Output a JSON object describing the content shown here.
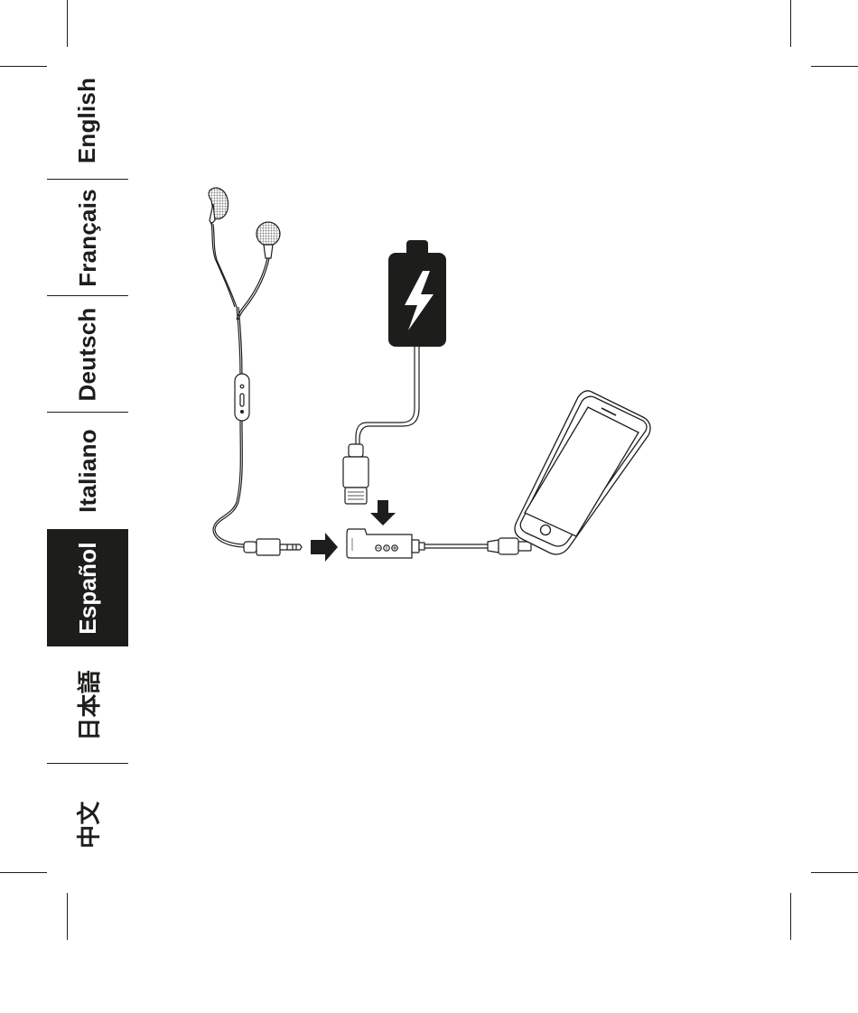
{
  "language_tabs": [
    {
      "label": "English",
      "active": false
    },
    {
      "label": "Français",
      "active": false
    },
    {
      "label": "Deutsch",
      "active": false
    },
    {
      "label": "Italiano",
      "active": false
    },
    {
      "label": "Español",
      "active": true
    },
    {
      "label": "日本語",
      "active": false
    },
    {
      "label": "中文",
      "active": false
    }
  ],
  "colors": {
    "ink": "#1d1d1b",
    "paper": "#ffffff"
  },
  "icons": [
    "earphones-illustration",
    "battery-charging-icon",
    "lightning-connector",
    "adapter-dongle",
    "smartphone-illustration",
    "arrow-right-icon",
    "arrow-down-icon"
  ]
}
